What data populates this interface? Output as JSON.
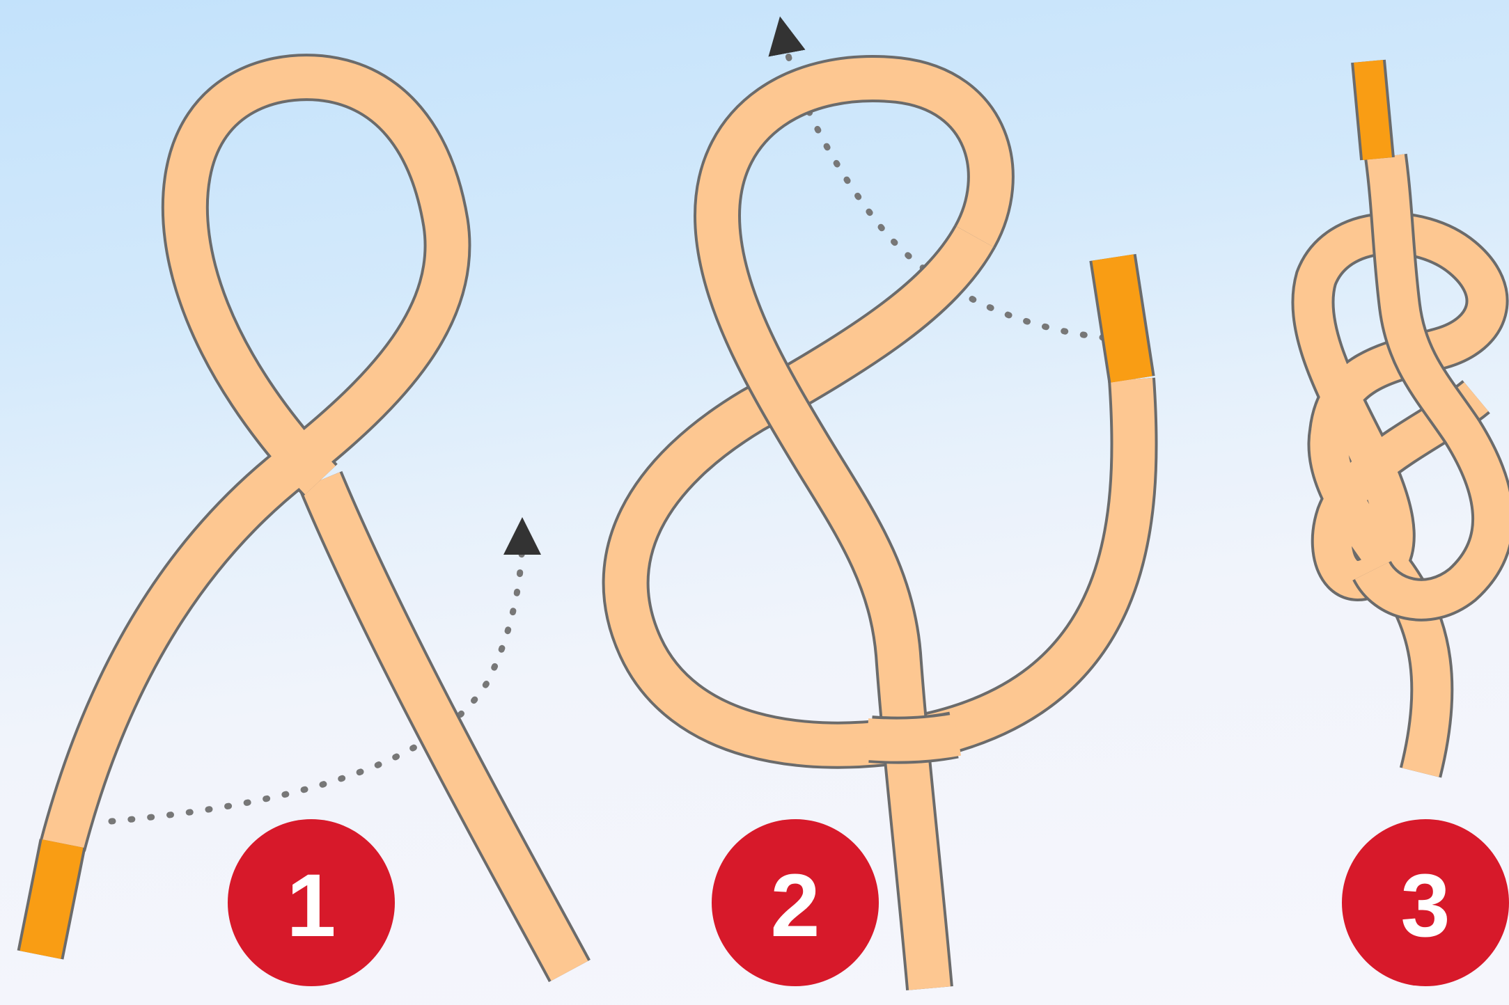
{
  "colors": {
    "background_top": "#c3e2fb",
    "background_bottom": "#f6f6fc",
    "rope_fill": "#fdc791",
    "rope_outline": "#6b6b6b",
    "rope_end": "#f99d14",
    "badge": "#d7192a",
    "badge_text": "#ffffff",
    "arrow": "#777777"
  },
  "steps": [
    {
      "number": "1"
    },
    {
      "number": "2"
    },
    {
      "number": "3"
    }
  ]
}
